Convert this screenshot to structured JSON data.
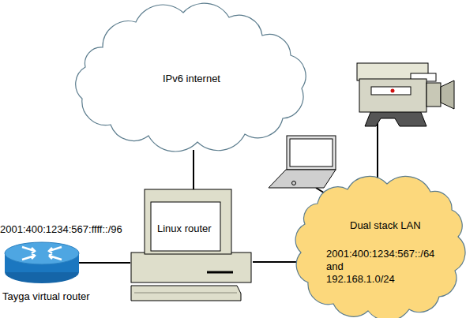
{
  "diagram": {
    "nodes": [
      {
        "text": [
          "IPv6 internet"
        ]
      },
      {
        "text": [
          "2001:400:1234:567:ffff::/96",
          "Tayga virtual router"
        ]
      },
      {
        "text": [
          "Linux router"
        ]
      },
      {
        "text": [
          "Dual stack LAN",
          "2001:400:1234:567::/64 and 192.168.1.0/24"
        ]
      }
    ],
    "edges": [
      {
        "from": 0,
        "to": 2,
        "arrow": "none"
      },
      {
        "from": 1,
        "to": 2,
        "arrow": "none"
      },
      {
        "from": 2,
        "to": 3,
        "arrow": "none"
      }
    ]
  }
}
